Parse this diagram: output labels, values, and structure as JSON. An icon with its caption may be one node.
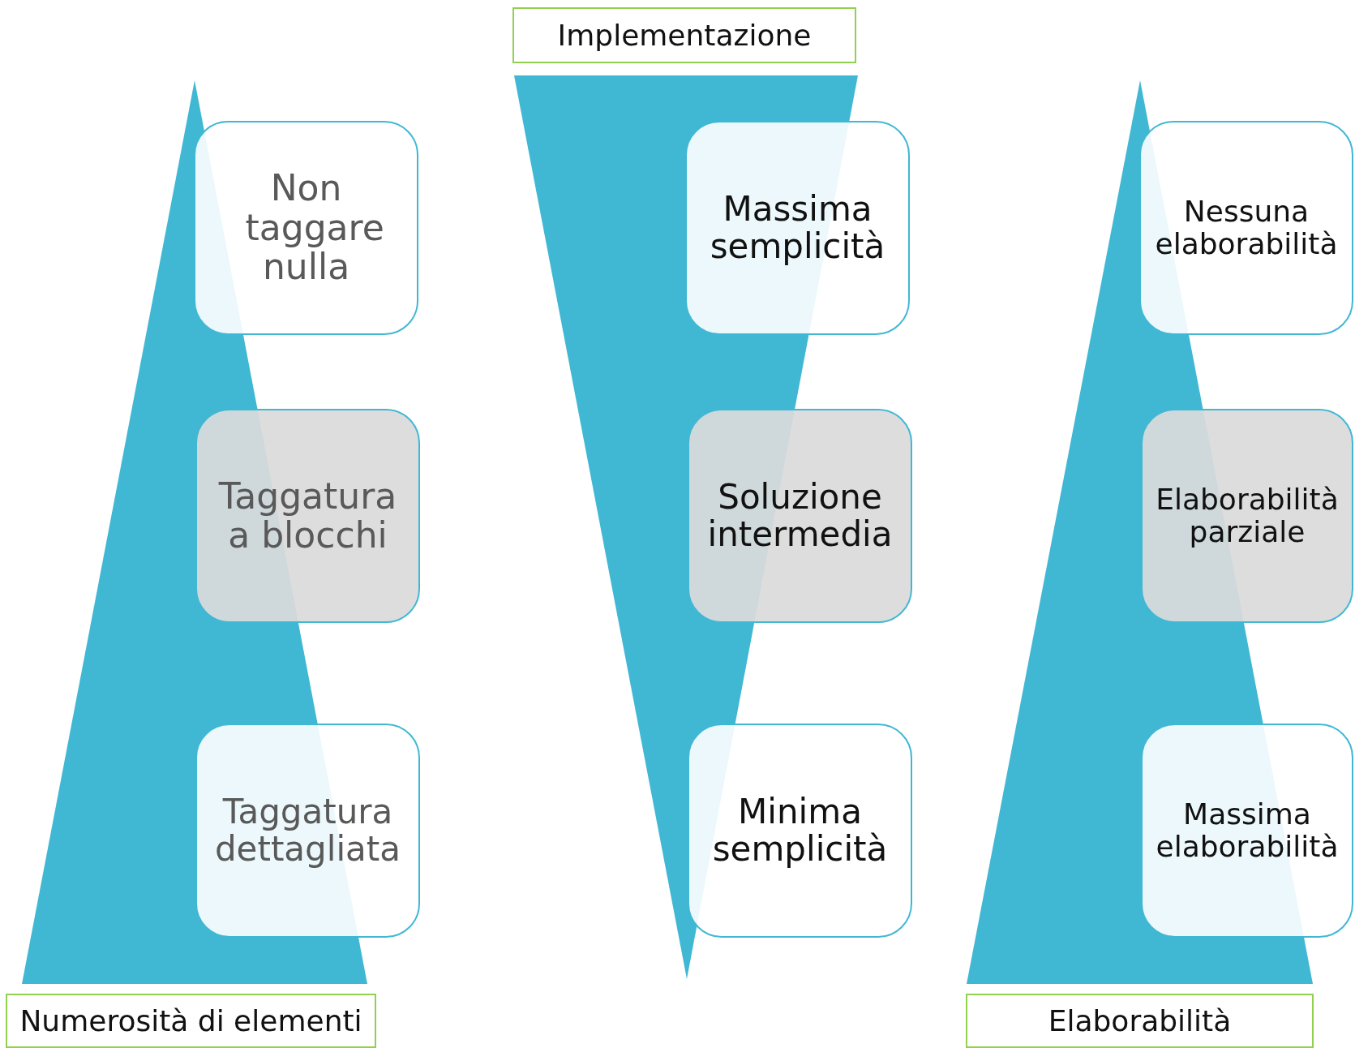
{
  "diagram": {
    "nodes": [
      {
        "text": [
          "Implementazione"
        ]
      },
      {
        "text": [
          "Non taggare nulla"
        ]
      },
      {
        "text": [
          "Massima semplicità"
        ]
      },
      {
        "text": [
          "Nessuna elaborabilità"
        ]
      },
      {
        "text": [
          "Taggatura a blocchi"
        ]
      },
      {
        "text": [
          "Soluzione intermedia"
        ]
      },
      {
        "text": [
          "Elaborabilità parziale"
        ]
      },
      {
        "text": [
          "Taggatura dettagliata"
        ]
      },
      {
        "text": [
          "Minima semplicità"
        ]
      },
      {
        "text": [
          "Massima elaborabilità"
        ]
      },
      {
        "text": [
          "Numerosità di elementi"
        ]
      },
      {
        "text": [
          "Elaborabilità"
        ]
      }
    ],
    "edges": []
  }
}
